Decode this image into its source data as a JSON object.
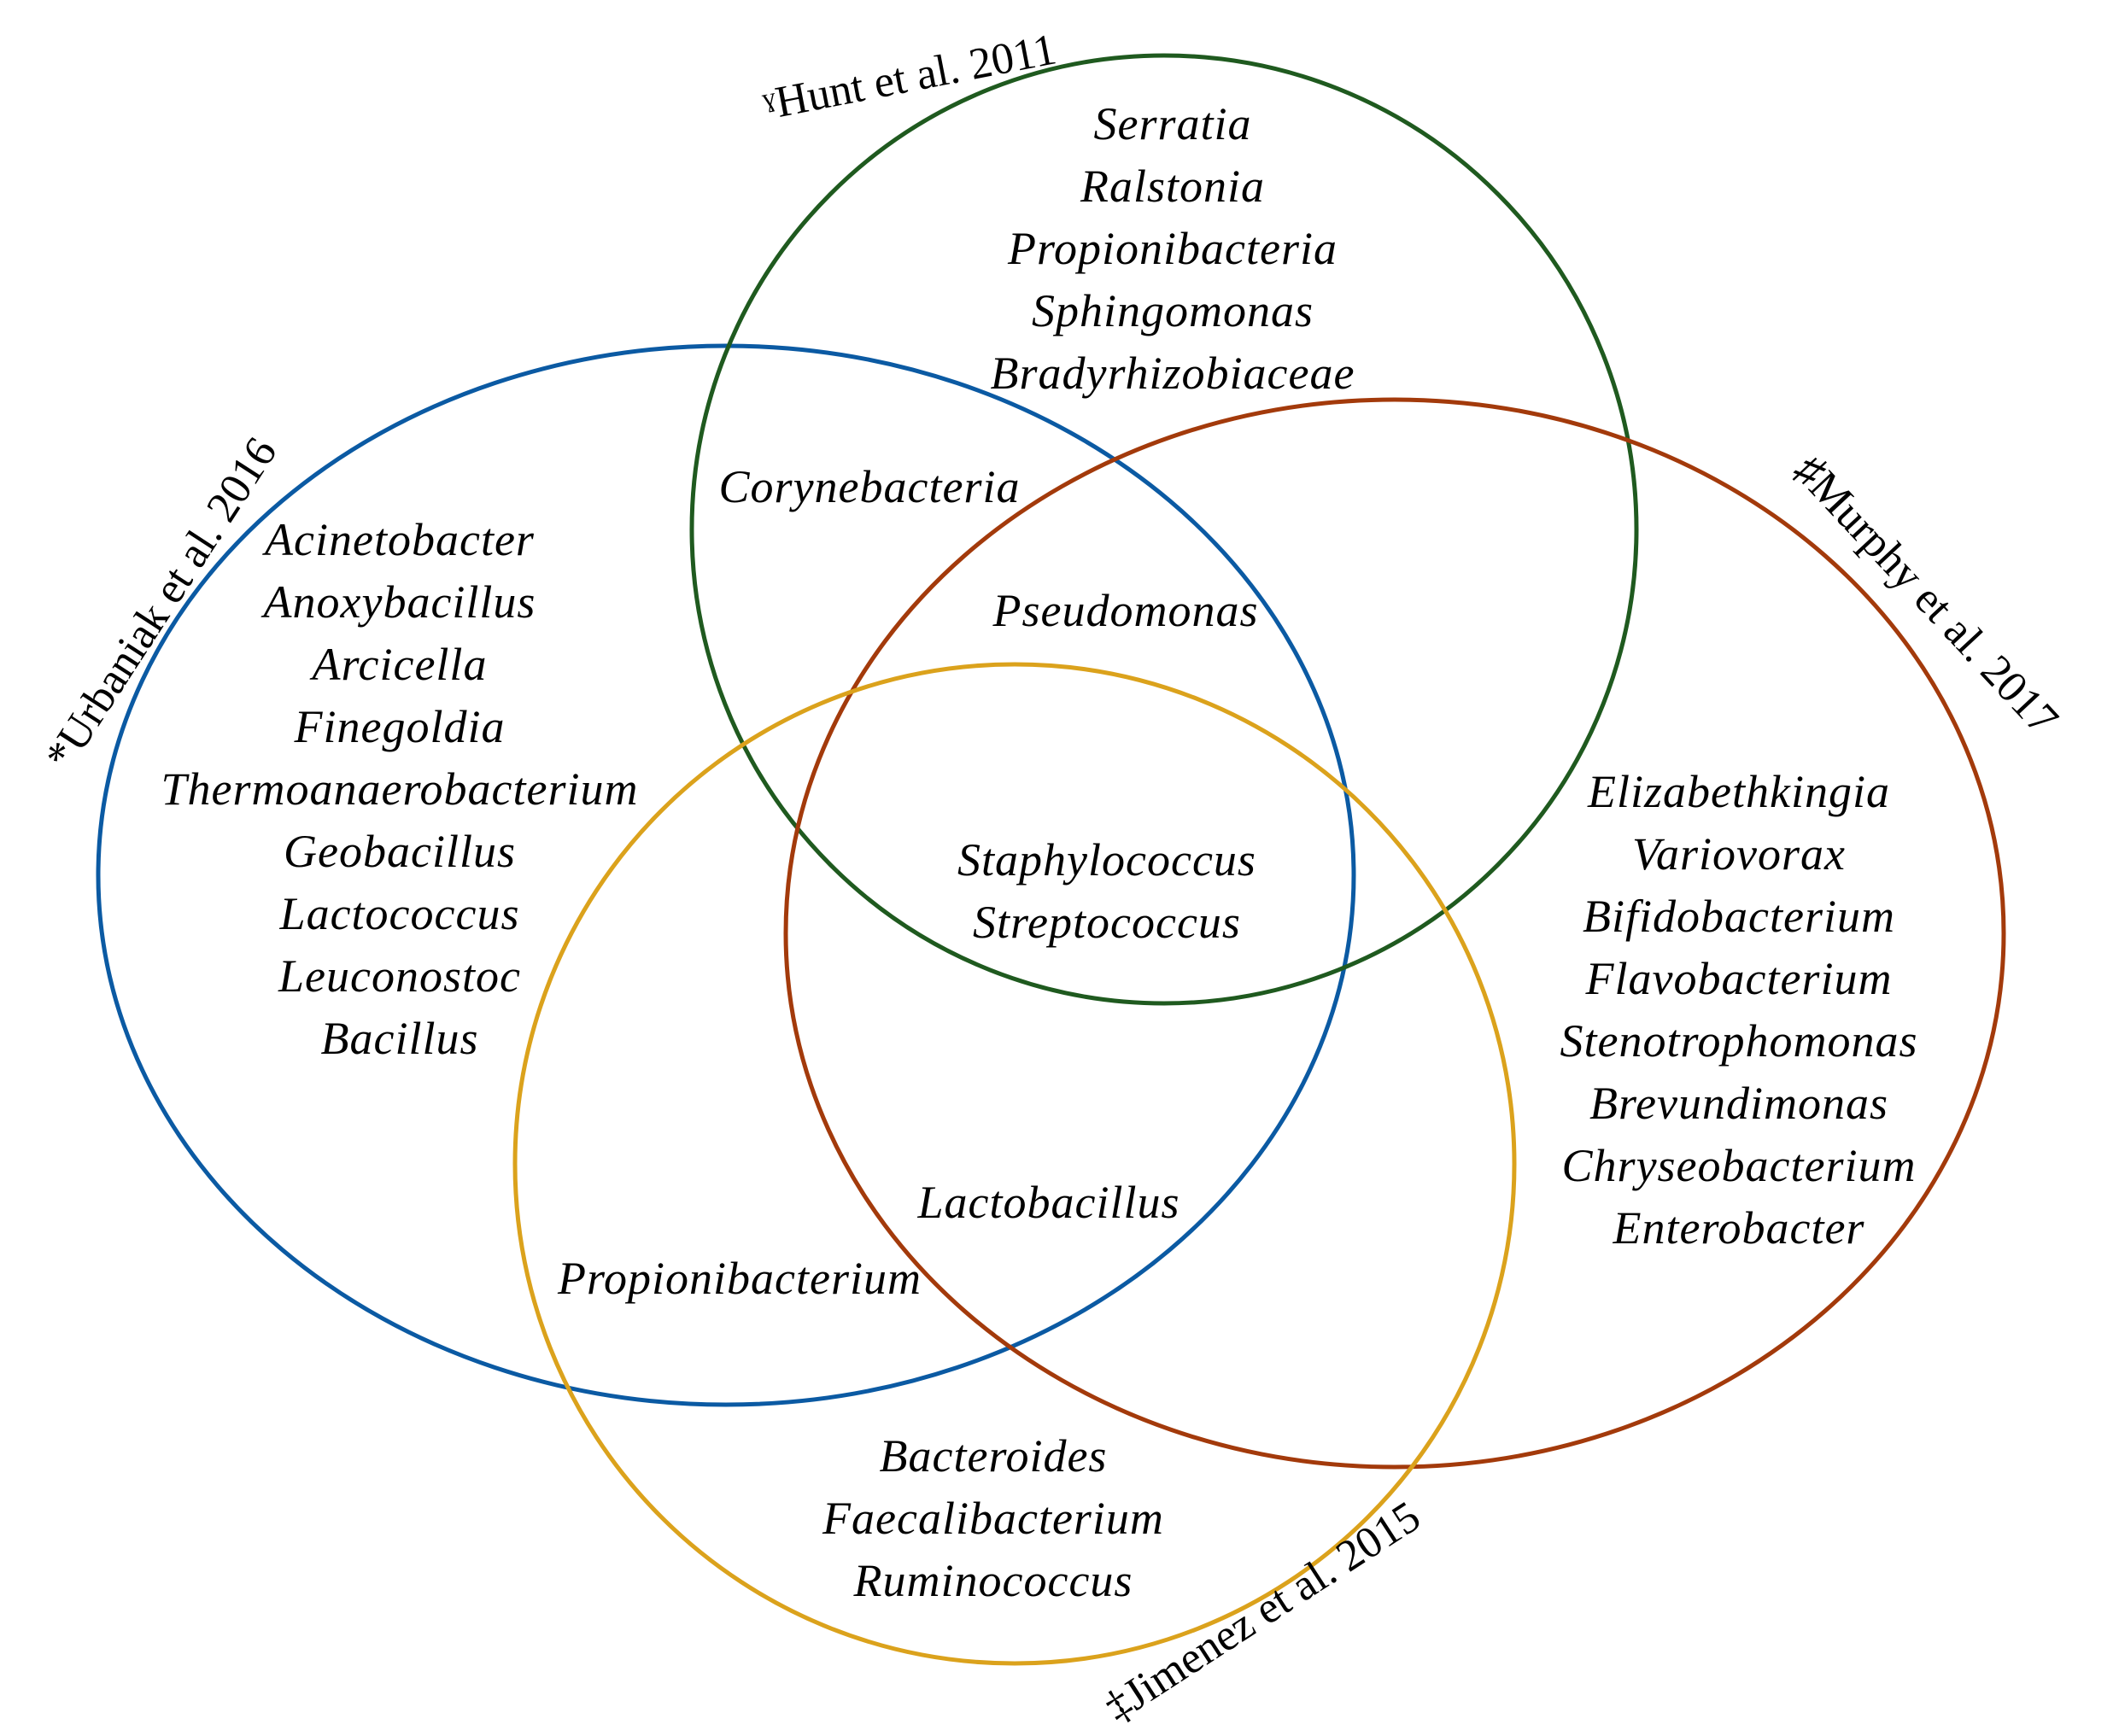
{
  "colors": {
    "urbaniak": "#0b5aa3",
    "hunt": "#1f5a1f",
    "murphy": "#a33a0b",
    "jimenez": "#dba21c"
  },
  "studies": {
    "urbaniak": "*Urbaniak et al. 2016",
    "hunt": "ˠHunt et al. 2011",
    "murphy": "♯Murphy et al. 2017",
    "jimenez": "‡Jimenez et al. 2015"
  },
  "regions": {
    "hunt_only": [
      "Serratia",
      "Ralstonia",
      "Propionibacteria",
      "Sphingomonas",
      "Bradyrhizobiaceae"
    ],
    "urbaniak_hunt": [
      "Corynebacteria"
    ],
    "hunt_murphy_urbaniak": [
      "Pseudomonas"
    ],
    "urbaniak_only": [
      "Acinetobacter",
      "Anoxybacillus",
      "Arcicella",
      "Finegoldia",
      "Thermoanaerobacterium",
      "Geobacillus",
      "Lactococcus",
      "Leuconostoc",
      "Bacillus"
    ],
    "all_four": [
      "Staphylococcus",
      "Streptococcus"
    ],
    "murphy_only": [
      "Elizabethkingia",
      "Variovorax",
      "Bifidobacterium",
      "Flavobacterium",
      "Stenotrophomonas",
      "Brevundimonas",
      "Chryseobacterium",
      "Enterobacter"
    ],
    "urbaniak_murphy_jimenez": [
      "Lactobacillus"
    ],
    "urbaniak_jimenez": [
      "Propionibacterium"
    ],
    "jimenez_only": [
      "Bacteroides",
      "Faecalibacterium",
      "Ruminococcus"
    ]
  }
}
